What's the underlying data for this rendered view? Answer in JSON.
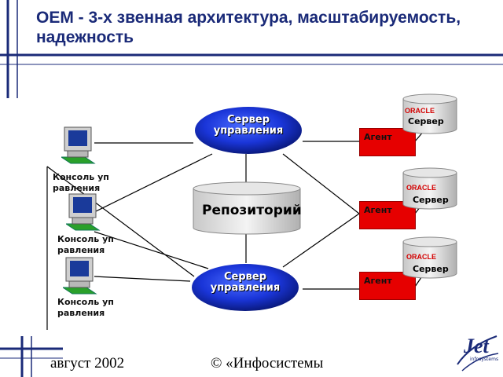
{
  "title": "OEM - 3-х звенная архитектура, масштабируемость, надежность",
  "footer": {
    "date": "август 2002",
    "copyright": "© «Инфосистемы"
  },
  "servers": [
    {
      "label": "Сервер управления"
    },
    {
      "label": "Сервер управления"
    }
  ],
  "repository": {
    "label": "Репозиторий"
  },
  "agents": [
    {
      "label": "Агент"
    },
    {
      "label": "Агент"
    },
    {
      "label": "Агент"
    }
  ],
  "databases": [
    {
      "brand": "ORACLE",
      "label": "Сервер"
    },
    {
      "brand": "ORACLE",
      "label": "Сервер"
    },
    {
      "brand": "ORACLE",
      "label": "Сервер"
    }
  ],
  "consoles": [
    {
      "label": "Консоль управления"
    },
    {
      "label": "Консоль управления"
    },
    {
      "label": "Консоль управления"
    }
  ],
  "logo": {
    "text": "Jet",
    "subtext": "infosystems"
  },
  "colors": {
    "title": "#1a2a78",
    "server": "#1a35d8",
    "agent": "#e60000",
    "oracle": "#d40000",
    "decor": "#1a2a78"
  }
}
